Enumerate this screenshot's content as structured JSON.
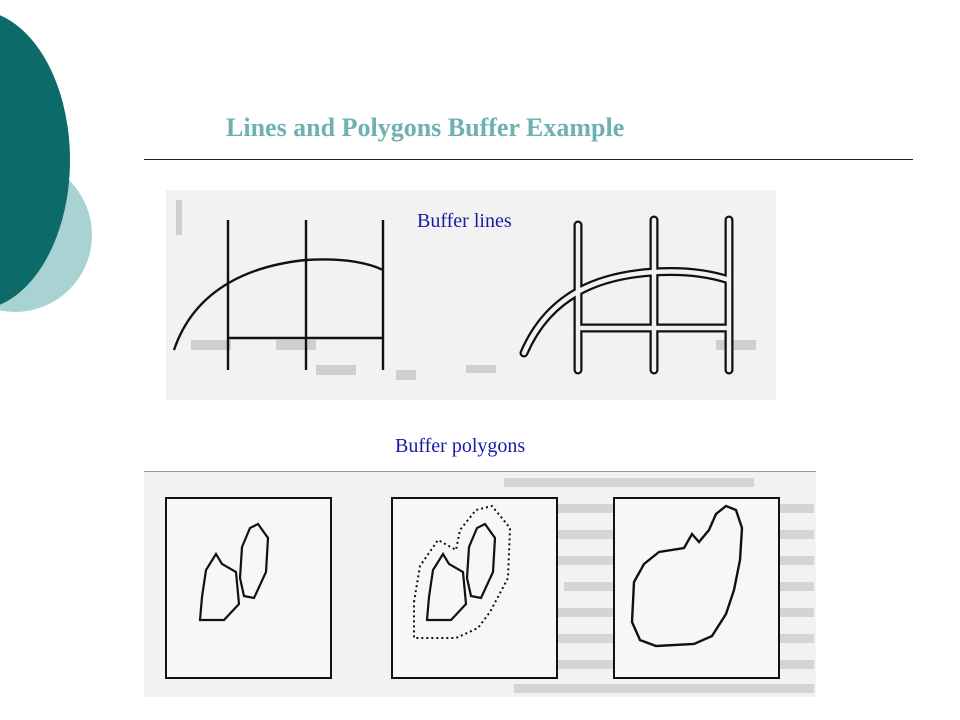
{
  "slide": {
    "title": "Lines and Polygons Buffer Example"
  },
  "figures": {
    "lines_caption": "Buffer lines",
    "polygons_caption": "Buffer polygons"
  },
  "colors": {
    "title": "#6fb0b1",
    "caption": "#1a1aaa",
    "accent_dark": "#0c6a68",
    "accent_light": "#a9d3d3"
  }
}
